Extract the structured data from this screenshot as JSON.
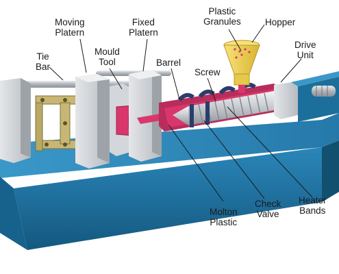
{
  "labels": {
    "moving_platern": "Moving\nPlatern",
    "fixed_platern": "Fixed\nPlatern",
    "plastic_granules": "Plastic\nGranules",
    "hopper": "Hopper",
    "tie_bar": "Tie\nBar",
    "mould_tool": "Mould\nTool",
    "barrel": "Barrel",
    "screw": "Screw",
    "drive_unit": "Drive\nUnit",
    "molton_plastic": "Molton\nPlastic",
    "check_valve": "Check\nValve",
    "heater_bands": "Heater\nBands"
  },
  "colors": {
    "base_blue": "#1e6f9e",
    "machine_grey": "#c9ccd0",
    "molten_plastic": "#d9376b",
    "hopper_yellow": "#f2d04a",
    "screw_silver": "#d6d9dd",
    "heater_band": "#2a3d6b",
    "linkage_gold": "#c8b774"
  }
}
